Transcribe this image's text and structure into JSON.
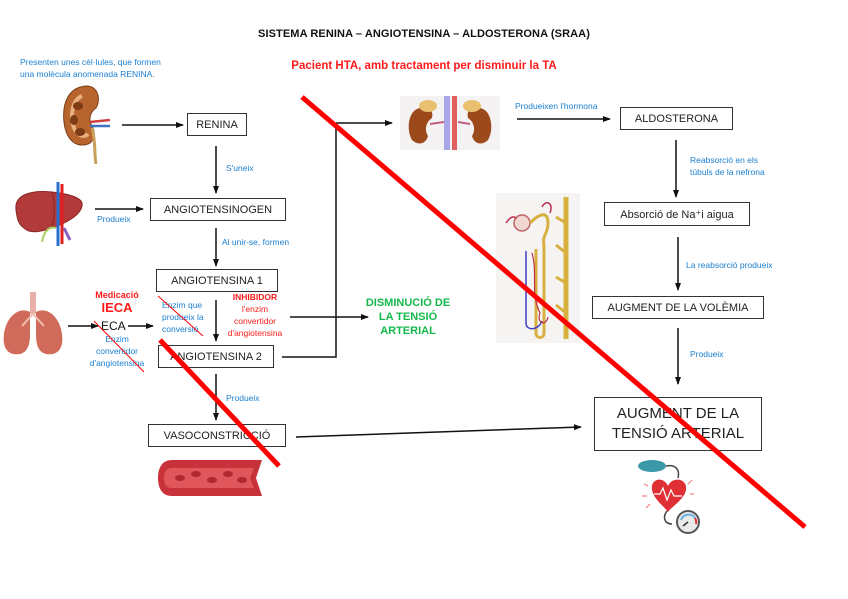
{
  "title": "SISTEMA RENINA – ANGIOTENSINA – ALDOSTERONA   (SRAA)",
  "subtitle": "Pacient HTA, amb tractament per disminuir la TA",
  "notes": {
    "kidney_intro_line1": "Presenten unes cèl·lules, que formen",
    "kidney_intro_line2": "una molècula anomenada RENINA.",
    "suneix": "S'uneix",
    "produeix_liver": "Produeix",
    "al_unir": "Al unir-se, formen",
    "enzim_line1": "Enzim que",
    "enzim_line2": "produeix la",
    "enzim_line3": "conversió",
    "eca_desc_line1": "Enzim",
    "eca_desc_line2": "convertidor",
    "eca_desc_line3": "d'angiotensina",
    "produeix_ang2": "Produeix",
    "produeixen_hormona": "Produeixen l'hormona",
    "reabsorcio_line1": "Reabsorció en els",
    "reabsorcio_line2": "túbuls de la nefrona",
    "reabsorcio_produeix": "La reabsorció produeix",
    "produeix_volemia": "Produeix"
  },
  "medication": {
    "label": "Medicació",
    "name": "IECA",
    "enzyme": "ECA",
    "inhibitor_line1": "INHIBIDOR",
    "inhibitor_line2": "l'enzim",
    "inhibitor_line3": "convertidor",
    "inhibitor_line4": "d'angiotensina"
  },
  "boxes": {
    "renina": "RENINA",
    "angiotensinogen": "ANGIOTENSINOGEN",
    "angiotensina1": "ANGIOTENSINA 1",
    "angiotensina2": "ANGIOTENSINA 2",
    "vasoconstriccio": "VASOCONSTRICCIÓ",
    "aldosterona": "ALDOSTERONA",
    "absorcio": "Absorció de Na⁺i aigua",
    "volemia": "AUGMENT DE LA VOLÈMIA",
    "tensio_line1": "AUGMENT DE LA",
    "tensio_line2": "TENSIÓ ARTERIAL"
  },
  "outcome": {
    "line1": "DISMINUCIÓ DE",
    "line2": "LA TENSIÓ",
    "line3": "ARTERIAL"
  },
  "images": {
    "kidney": "kidney-illustration",
    "liver": "liver-illustration",
    "lungs": "lungs-illustration",
    "adrenal_kidneys": "adrenal-kidneys-illustration",
    "nephron": "nephron-illustration",
    "blood_vessel": "blood-vessel-illustration",
    "blood_pressure": "blood-pressure-monitor-illustration"
  },
  "colors": {
    "note_blue": "#1a7fd0",
    "alert_red": "#ff1a1a",
    "outcome_green": "#14b84a"
  }
}
